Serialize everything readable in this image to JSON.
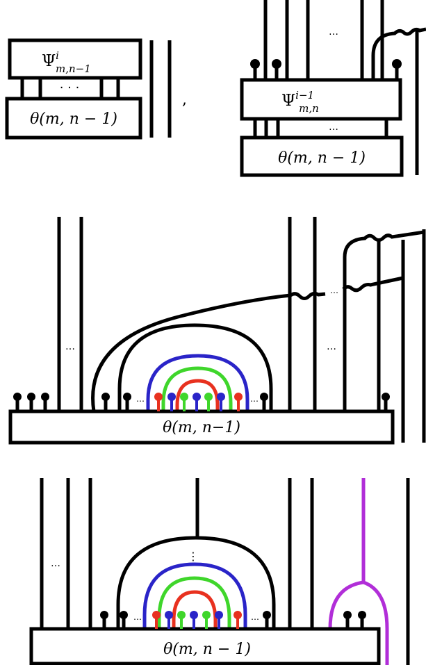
{
  "colors": {
    "ink": "#000000",
    "red": "#e8311f",
    "green": "#3fd62b",
    "blue": "#2a24c8",
    "purple": "#b12ed8",
    "background": "#ffffff"
  },
  "panel1": {
    "left": {
      "psi_symbol": "Ψ",
      "psi_sup": "i",
      "psi_sub": "m,n−1",
      "box_dots": "· · ·",
      "theta_label": "θ(m, n − 1)"
    },
    "comma": ",",
    "right": {
      "top_dots": "…",
      "psi_symbol": "Ψ",
      "psi_sup": "i−1",
      "psi_sub": "m,n",
      "mid_dots": "…",
      "theta_label": "θ(m, n − 1)"
    }
  },
  "panel2": {
    "theta_label": "θ(m,  n−1)",
    "dots_left": "…",
    "dots_right": "…",
    "dots_small": "…"
  },
  "panel3": {
    "theta_label": "θ(m, n − 1)",
    "dots_left": "…",
    "dots_small": "…",
    "vertical_dots": "⋮"
  }
}
